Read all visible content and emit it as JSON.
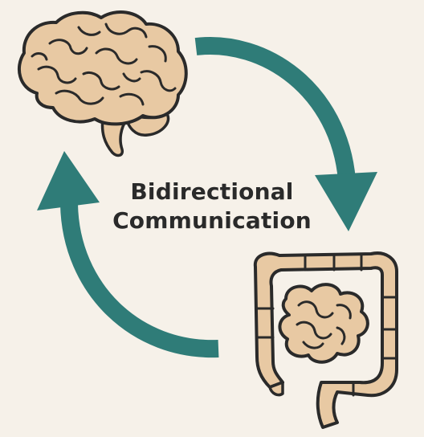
{
  "label": {
    "line1": "Bidirectional",
    "line2": "Communication"
  },
  "icons": {
    "top_left": "brain-icon",
    "bottom_right": "intestines-icon"
  },
  "arrows": {
    "top_right": "brain-to-gut-arrow",
    "bottom_left": "gut-to-brain-arrow"
  },
  "colors": {
    "background": "#f6f1e9",
    "arrow": "#2f7c78",
    "organ_fill": "#e8c9a3",
    "organ_outline": "#2a2a2a",
    "text": "#2a2a2a"
  }
}
